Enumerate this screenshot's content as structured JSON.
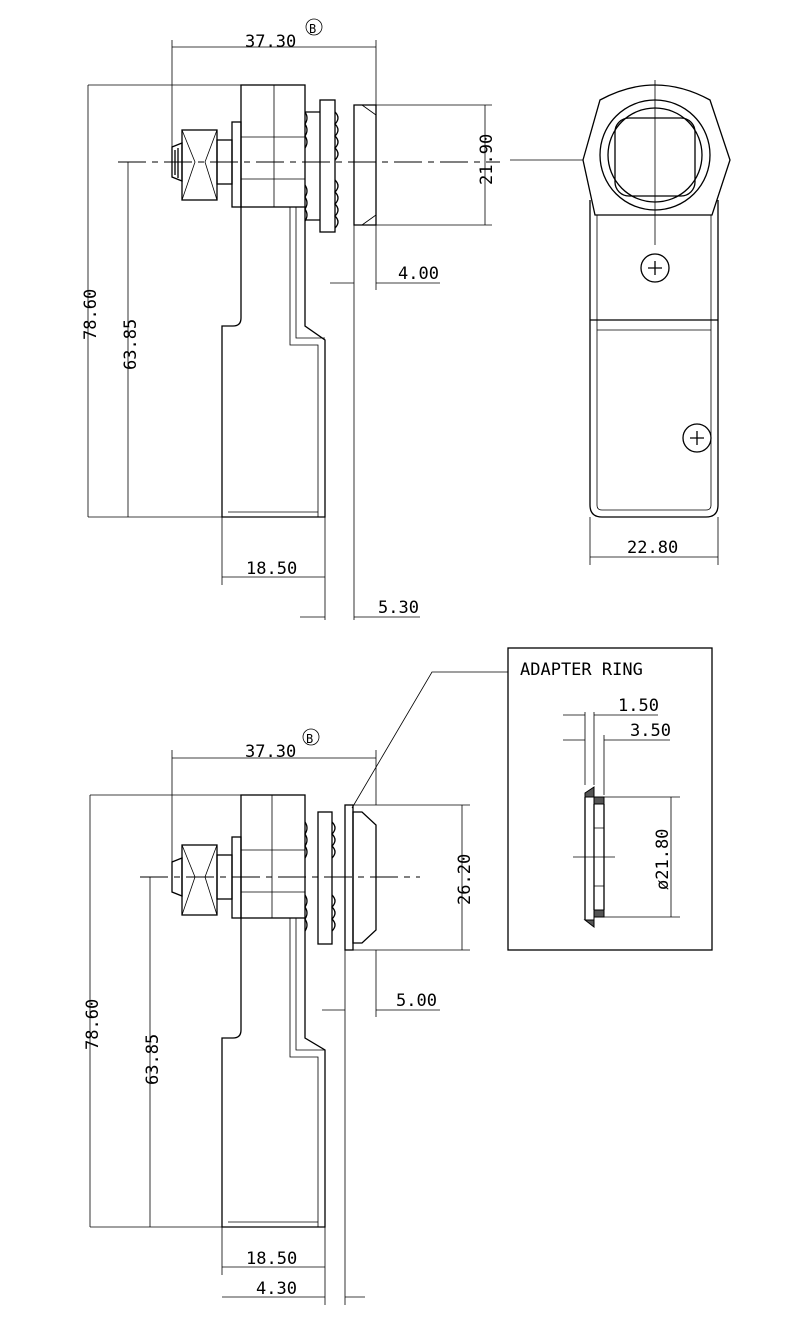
{
  "revision_mark": "B",
  "top_view": {
    "width_overall": "37.30",
    "cap_diameter": "21.90",
    "cap_offset": "4.00",
    "height_overall": "78.60",
    "height_to_center": "63.85",
    "arm_width": "18.50",
    "gap": "5.30"
  },
  "side_view": {
    "strap_width": "22.80"
  },
  "bottom_view": {
    "width_overall": "37.30",
    "cap_diameter": "26.20",
    "cap_offset": "5.00",
    "height_overall": "78.60",
    "height_to_center": "63.85",
    "arm_width": "18.50",
    "gap": "4.30"
  },
  "adapter_ring": {
    "title": "ADAPTER RING",
    "thickness_inner": "1.50",
    "thickness_outer": "3.50",
    "diameter": "ø21.80"
  }
}
